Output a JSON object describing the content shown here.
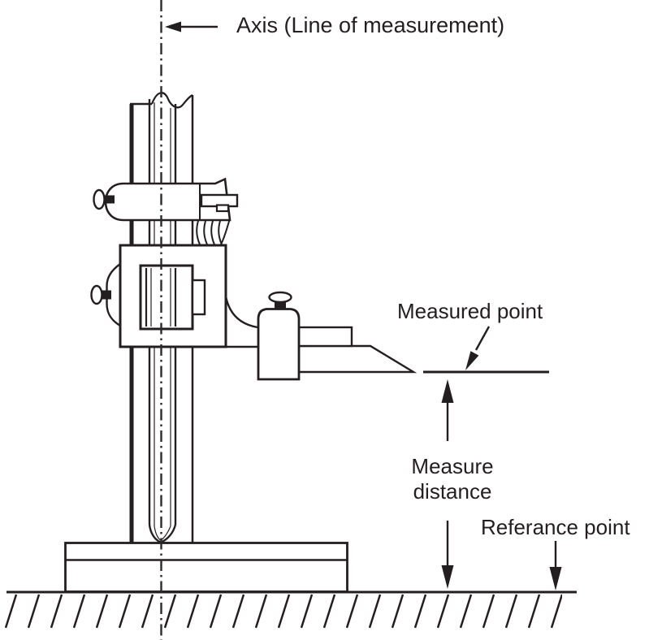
{
  "page": {
    "background_color": "#ffffff",
    "ink_color": "#231f20"
  },
  "labels": {
    "axis": "Axis (Line of measurement)",
    "measured_point": "Measured point",
    "measure_distance_line1": "Measure",
    "measure_distance_line2": "distance",
    "reference_point": "Referance point"
  }
}
